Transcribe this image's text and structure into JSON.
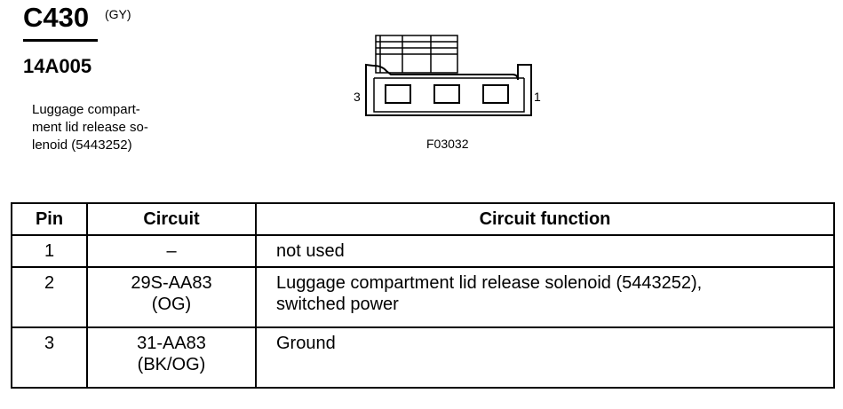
{
  "connector": {
    "id": "C430",
    "color": "(GY)",
    "part_number": "14A005",
    "description_lines": [
      "Luggage compart-",
      "ment lid release so-",
      "lenoid (5443252)"
    ]
  },
  "figure": {
    "id": "F03032",
    "pin_left_label": "3",
    "pin_right_label": "1"
  },
  "table": {
    "headers": {
      "pin": "Pin",
      "circuit": "Circuit",
      "function": "Circuit function"
    },
    "rows": [
      {
        "pin": "1",
        "circuit_lines": [
          "–"
        ],
        "function_lines": [
          "not used"
        ]
      },
      {
        "pin": "2",
        "circuit_lines": [
          "29S-AA83",
          "(OG)"
        ],
        "function_lines": [
          "Luggage compartment lid release solenoid (5443252),",
          "switched power"
        ]
      },
      {
        "pin": "3",
        "circuit_lines": [
          "31-AA83",
          "(BK/OG)"
        ],
        "function_lines": [
          "Ground"
        ]
      }
    ]
  }
}
